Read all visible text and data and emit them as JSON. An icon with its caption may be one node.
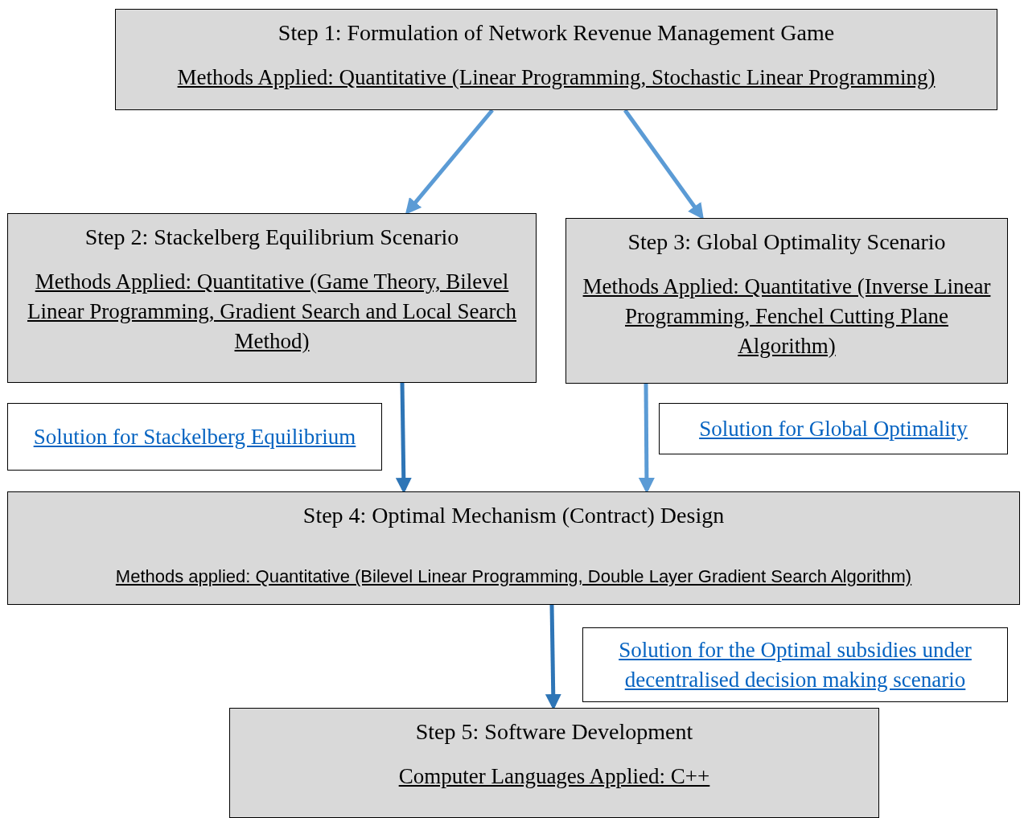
{
  "diagram": {
    "nodes": [
      {
        "text": [
          "Step 1: Formulation of Network Revenue Management Game",
          "Methods Applied: Quantitative (Linear Programming, Stochastic Linear Programming)"
        ]
      },
      {
        "text": [
          "Step 2: Stackelberg Equilibrium Scenario",
          "Methods Applied: Quantitative (Game Theory, Bilevel Linear Programming, Gradient Search and Local Search Method)"
        ]
      },
      {
        "text": [
          "Step 3: Global Optimality Scenario",
          "Methods Applied: Quantitative (Inverse Linear Programming, Fenchel Cutting Plane Algorithm)"
        ]
      },
      {
        "text": [
          "Solution for Stackelberg Equilibrium"
        ]
      },
      {
        "text": [
          "Solution for Global Optimality"
        ]
      },
      {
        "text": [
          "Step 4: Optimal Mechanism (Contract) Design",
          "Methods applied: Quantitative (Bilevel Linear Programming, Double Layer Gradient Search Algorithm)"
        ]
      },
      {
        "text": [
          "Solution for the Optimal subsidies under decentralised decision making scenario"
        ]
      },
      {
        "text": [
          "Step 5: Software Development",
          "Computer Languages Applied: C++"
        ]
      }
    ],
    "edges": [
      {
        "from": 0,
        "to": 1,
        "arrow": "to"
      },
      {
        "from": 0,
        "to": 2,
        "arrow": "to"
      },
      {
        "from": 1,
        "to": 5,
        "arrow": "to",
        "color": "#2e75b6"
      },
      {
        "from": 2,
        "to": 5,
        "arrow": "to"
      },
      {
        "from": 5,
        "to": 7,
        "arrow": "to",
        "color": "#2e75b6"
      }
    ]
  }
}
